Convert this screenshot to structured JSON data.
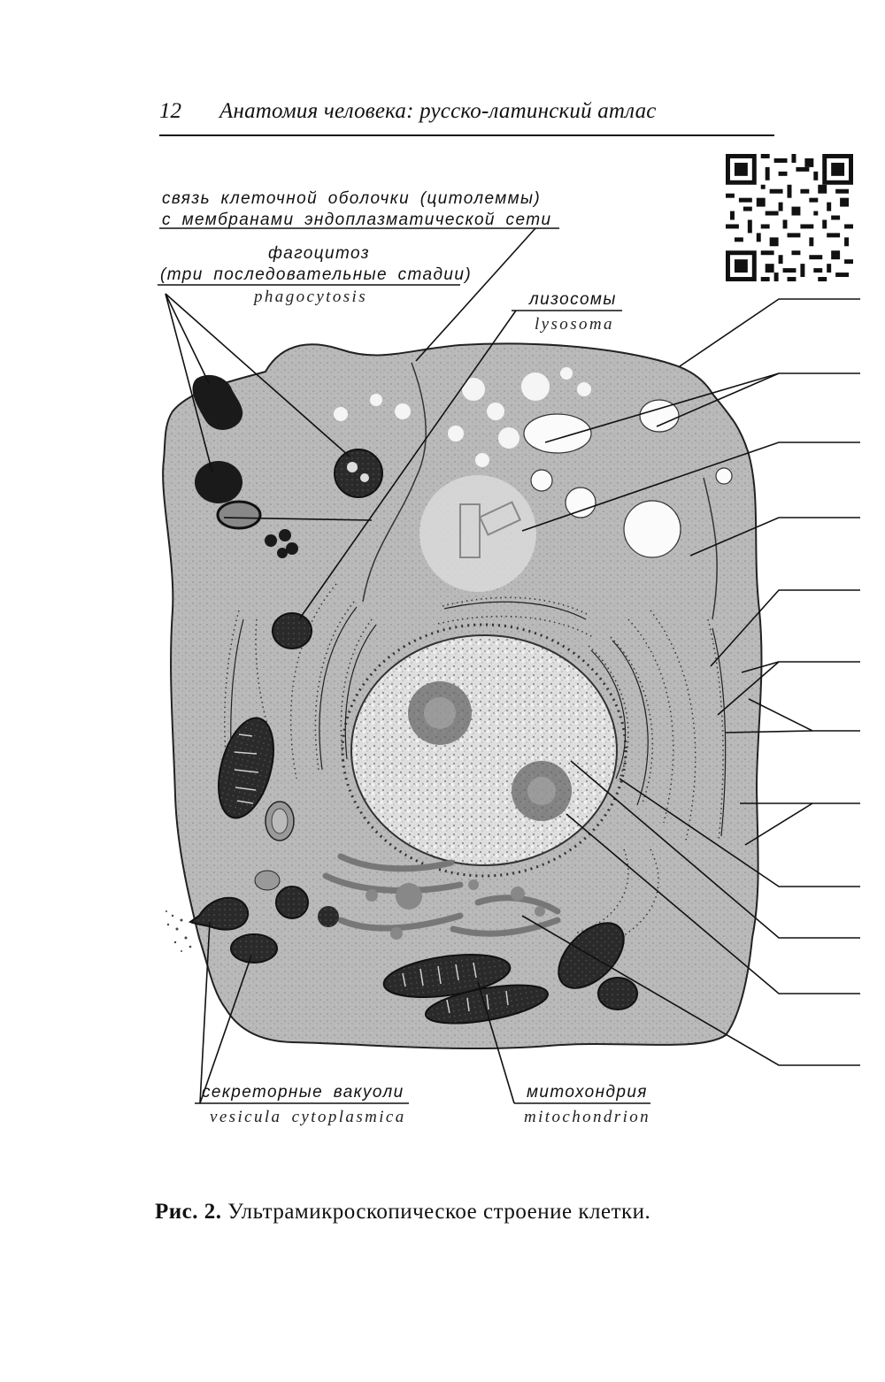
{
  "header": {
    "page_number": "12",
    "book_title": "Анатомия человека: русско-латинский атлас"
  },
  "labels": {
    "cytolemma_er_line1": "связь клеточной оболочки (цитолеммы)",
    "cytolemma_er_line2": "с мембранами эндоплазматической сети",
    "phagocytosis_ru_line1": "фагоцитоз",
    "phagocytosis_ru_line2": "(три последовательные стадии)",
    "phagocytosis_la": "phagocytosis",
    "lysosomes_ru": "лизосомы",
    "lysosomes_la": "lysosoma",
    "secretory_ru": "секреторные вакуоли",
    "secretory_la": "vesicula cytoplasmica",
    "mitochondrion_ru": "митохондрия",
    "mitochondrion_la": "mitochondrion"
  },
  "caption": {
    "figure_label": "Рис. 2.",
    "text": "Ультрамикроскопическое строение клетки."
  },
  "colors": {
    "ink": "#111111",
    "cytoplasm": "#b8b8b8",
    "nucleus": "#d2d2d2",
    "organelle_dark": "#2a2a2a"
  }
}
